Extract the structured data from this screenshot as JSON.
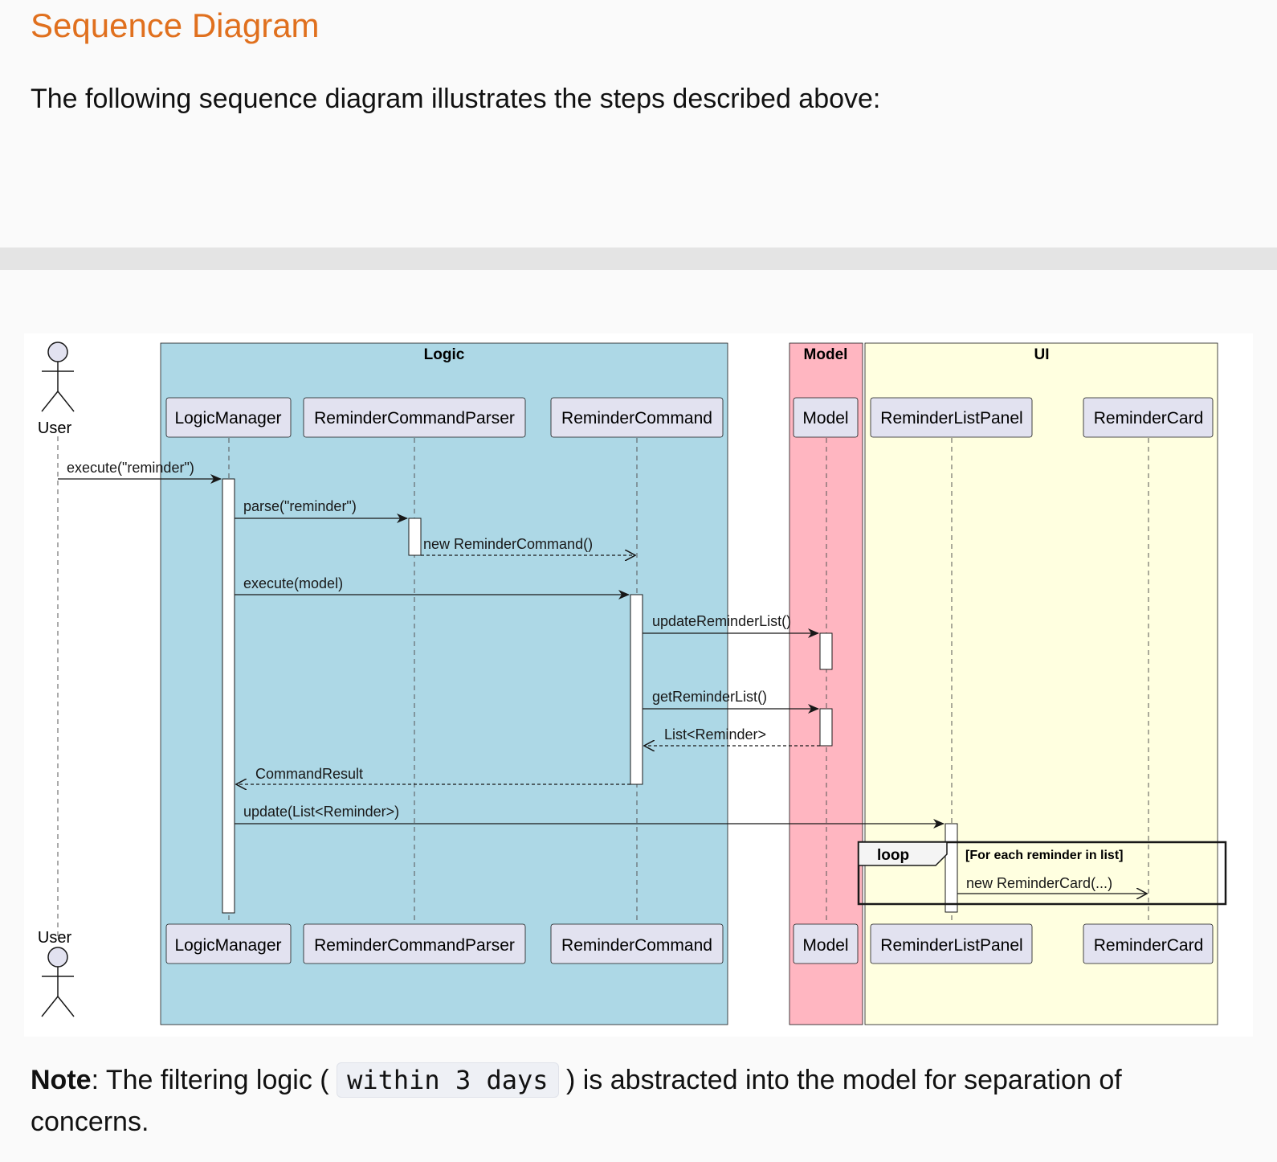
{
  "heading": "Sequence Diagram",
  "intro": "The following sequence diagram illustrates the steps described above:",
  "diagram": {
    "boxes": {
      "logic": "Logic",
      "model": "Model",
      "ui": "UI"
    },
    "actor": "User",
    "participants": {
      "logic_manager": "LogicManager",
      "parser": "ReminderCommandParser",
      "command": "ReminderCommand",
      "model": "Model",
      "list_panel": "ReminderListPanel",
      "card": "ReminderCard"
    },
    "messages": {
      "execute_reminder": "execute(\"reminder\")",
      "parse": "parse(\"reminder\")",
      "new_command": "new ReminderCommand()",
      "execute_model": "execute(model)",
      "update_reminder_list": "updateReminderList()",
      "get_reminder_list": "getReminderList()",
      "list_reminder": "List<Reminder>",
      "command_result": "CommandResult",
      "update_list": "update(List<Reminder>)",
      "new_card": "new ReminderCard(...)"
    },
    "loop": {
      "label": "loop",
      "guard": "[For each reminder in list]"
    },
    "colors": {
      "logic": "#add8e6",
      "model": "#ffb6c1",
      "ui": "#ffffe0",
      "participant": "#e2e2f0"
    }
  },
  "note": {
    "label": "Note",
    "before": ": The filtering logic ( ",
    "code": "within 3 days",
    "after": " ) is abstracted into the model for separation of concerns."
  }
}
